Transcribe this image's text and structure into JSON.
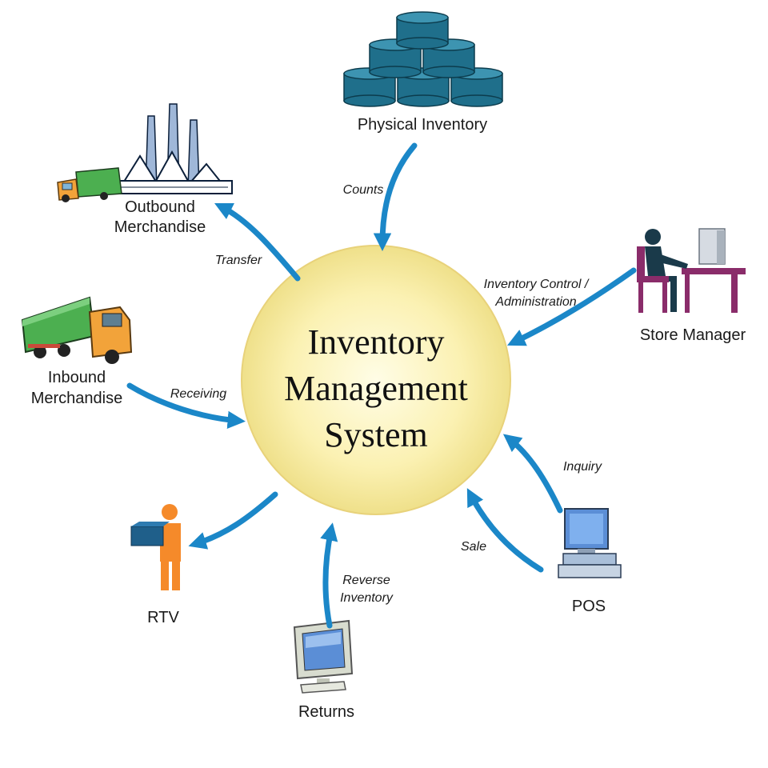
{
  "center": {
    "lines": [
      "Inventory",
      "Management",
      "System"
    ]
  },
  "nodes": {
    "physical_inventory": "Physical Inventory",
    "outbound": [
      "Outbound",
      "Merchandise"
    ],
    "inbound": [
      "Inbound",
      "Merchandise"
    ],
    "store_manager": "Store Manager",
    "rtv": "RTV",
    "returns": "Returns",
    "pos": "POS"
  },
  "edges": {
    "counts": "Counts",
    "transfer": "Transfer",
    "receiving": "Receiving",
    "inventory_control": [
      "Inventory Control /",
      "Administration"
    ],
    "inquiry": "Inquiry",
    "sale": "Sale",
    "reverse_inventory": [
      "Reverse",
      "Inventory"
    ]
  },
  "colors": {
    "arrow": "#1b87c8",
    "center_fill": "#fbf1b2",
    "database": "#1f6f8b",
    "truck_container": "#4caf50",
    "truck_cab": "#f2a33a",
    "rtv_person": "#f58a2a",
    "manager_furniture": "#8a2c6a",
    "computer": "#5b8ed6"
  },
  "icons": [
    "database-icon",
    "factory-icon",
    "truck-icon",
    "person-box-icon",
    "manager-desk-icon",
    "computer-icon",
    "pos-terminal-icon"
  ]
}
